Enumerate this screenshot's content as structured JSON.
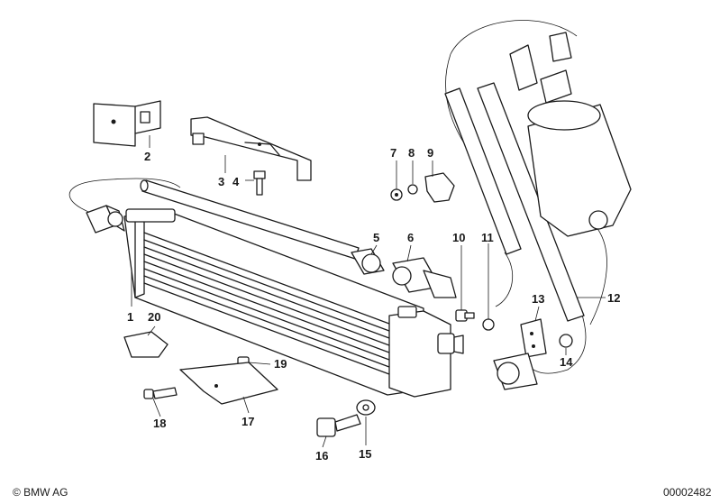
{
  "diagram": {
    "labels": {
      "p1": "1",
      "p2": "2",
      "p3": "3",
      "p4": "4",
      "p5": "5",
      "p6": "6",
      "p7": "7",
      "p8": "8",
      "p9": "9",
      "p10": "10",
      "p11": "11",
      "p12": "12",
      "p13": "13",
      "p14": "14",
      "p15": "15",
      "p16": "16",
      "p17": "17",
      "p18": "18",
      "p19": "19",
      "p20": "20"
    }
  },
  "footer": {
    "copyright": "© BMW AG",
    "diagram_number": "00002482"
  }
}
